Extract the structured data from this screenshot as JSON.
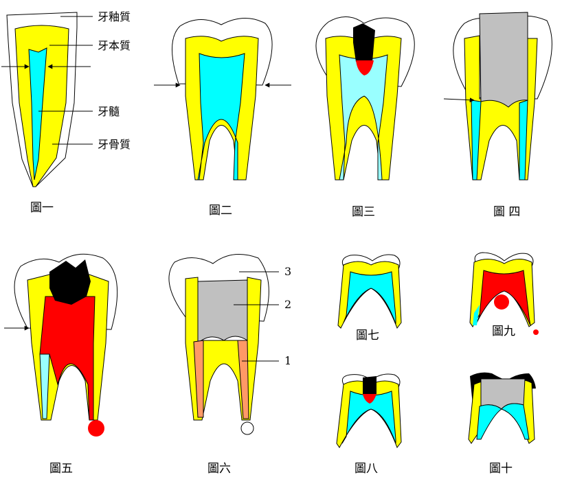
{
  "labels": {
    "enamel": "牙釉質",
    "dentin": "牙本質",
    "pulp": "牙髓",
    "cementum": "牙骨質"
  },
  "captions": [
    "圖一",
    "圖二",
    "圖三",
    "圖 四",
    "圖五",
    "圖六",
    "圖七",
    "圖九",
    "圖八",
    "圖十"
  ],
  "numbers": [
    "3",
    "2",
    "1"
  ],
  "colors": {
    "enamel": "#ffffff",
    "dentin": "#ffff00",
    "pulp": "#00ffff",
    "pulp_light": "#99ffff",
    "decay": "#000000",
    "infected_pulp": "#ff0000",
    "filling": "#c0c0c0",
    "root_filling": "#ff9966",
    "outline": "#000000"
  }
}
